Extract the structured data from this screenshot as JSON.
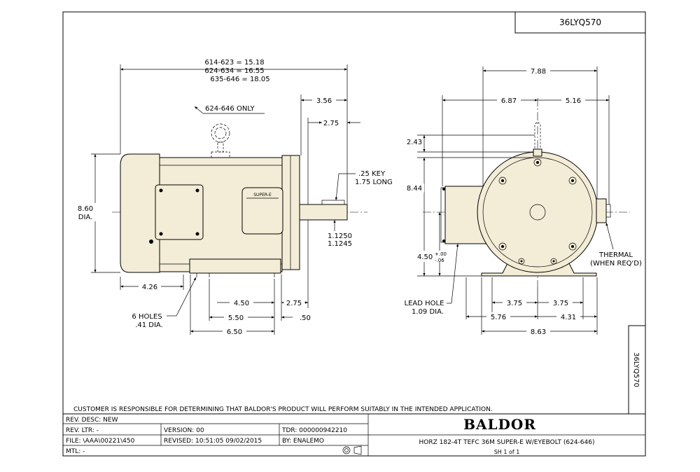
{
  "drawing_number": "36LYQ570",
  "side_view": {
    "overall_lengths": [
      "614-623 = 15.18",
      "624-634 = 16.55",
      "635-646 = 18.05"
    ],
    "eyebolt_note": "624-646 ONLY",
    "dim_356": "3.56",
    "dim_275_top": "2.75",
    "key_note": [
      ".25 KEY",
      "1.75 LONG"
    ],
    "shaft_dia": [
      "1.1250",
      "1.1245"
    ],
    "frame_dia": [
      "8.60",
      "DIA."
    ],
    "nameplate": "SUPER-E",
    "dim_426": "4.26",
    "holes_note": [
      "6 HOLES",
      ".41 DIA."
    ],
    "dim_450": "4.50",
    "dim_550": "5.50",
    "dim_650": "6.50",
    "dim_275_bottom": "2.75",
    "dim_050": ".50"
  },
  "end_view": {
    "dim_788": "7.88",
    "dim_687": "6.87",
    "dim_516": "5.16",
    "dim_243": "2.43",
    "dim_844": "8.44",
    "shaft_height": "4.50",
    "tol_plus": "+.00",
    "tol_minus": "-.06",
    "lead_hole": [
      "LEAD HOLE",
      "1.09 DIA."
    ],
    "thermal": [
      "THERMAL",
      "(WHEN REQ'D)"
    ],
    "dim_375a": "3.75",
    "dim_375b": "3.75",
    "dim_576": "5.76",
    "dim_431": "4.31",
    "dim_863": "8.63"
  },
  "side_tab": "36LYQ570",
  "disclaimer": "CUSTOMER IS RESPONSIBLE FOR DETERMINING THAT BALDOR'S PRODUCT WILL PERFORM SUITABLY IN THE INTENDED APPLICATION.",
  "title_block": {
    "rev_desc": "REV. DESC:  NEW",
    "rev_ltr": "REV. LTR:  -",
    "version": "VERSION: 00",
    "tdr": "TDR: 000000942210",
    "file": "FILE: \\AAA\\00221\\450",
    "revised": "REVISED: 10:51:05 09/02/2015",
    "by": "BY: ENALEMO",
    "mtl": "MTL: -",
    "brand": "BALDOR",
    "description": "HORZ 182-4T TEFC 36M SUPER-E W/EYEBOLT (624-646)",
    "sheet": "SH 1 of 1"
  }
}
